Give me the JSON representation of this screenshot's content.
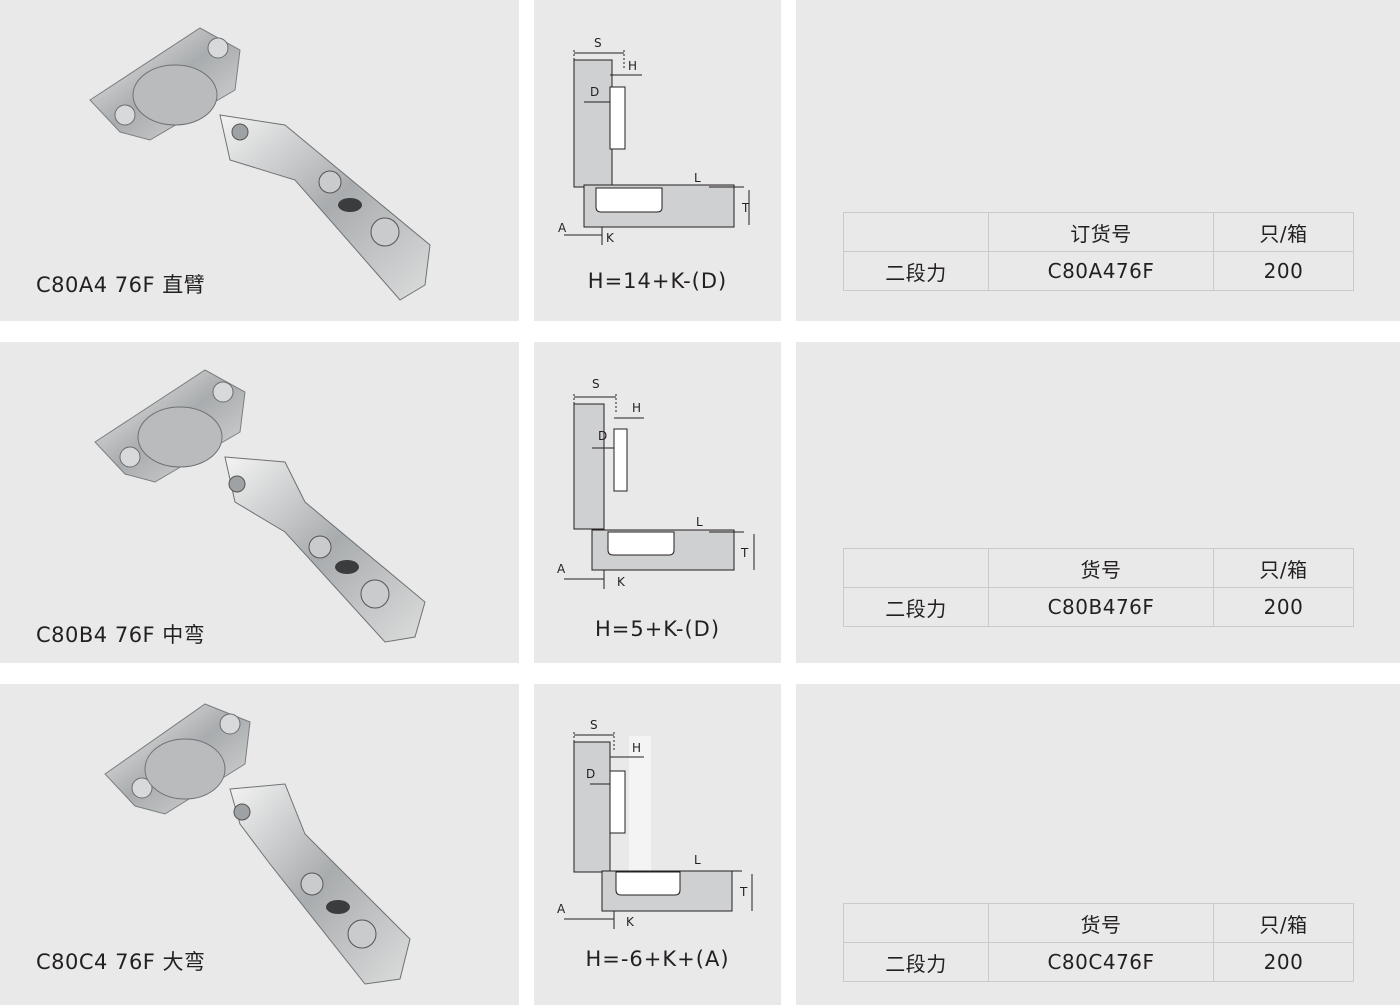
{
  "rows": [
    {
      "product_label": "C80A4 76F  直臂",
      "formula": "H=14+K-(D)",
      "table": {
        "headers": [
          "",
          "订货号",
          "只/箱"
        ],
        "cells": [
          "二段力",
          "C80A476F",
          "200"
        ]
      }
    },
    {
      "product_label": "C80B4 76F  中弯",
      "formula": "H=5+K-(D)",
      "table": {
        "headers": [
          "",
          "货号",
          "只/箱"
        ],
        "cells": [
          "二段力",
          "C80B476F",
          "200"
        ]
      }
    },
    {
      "product_label": "C80C4 76F  大弯",
      "formula": "H=-6+K+(A)",
      "table": {
        "headers": [
          "",
          "货号",
          "只/箱"
        ],
        "cells": [
          "二段力",
          "C80C476F",
          "200"
        ]
      }
    }
  ],
  "diagram_labels": {
    "s": "S",
    "h": "H",
    "d": "D",
    "l": "L",
    "t": "T",
    "a": "A",
    "k": "K"
  }
}
